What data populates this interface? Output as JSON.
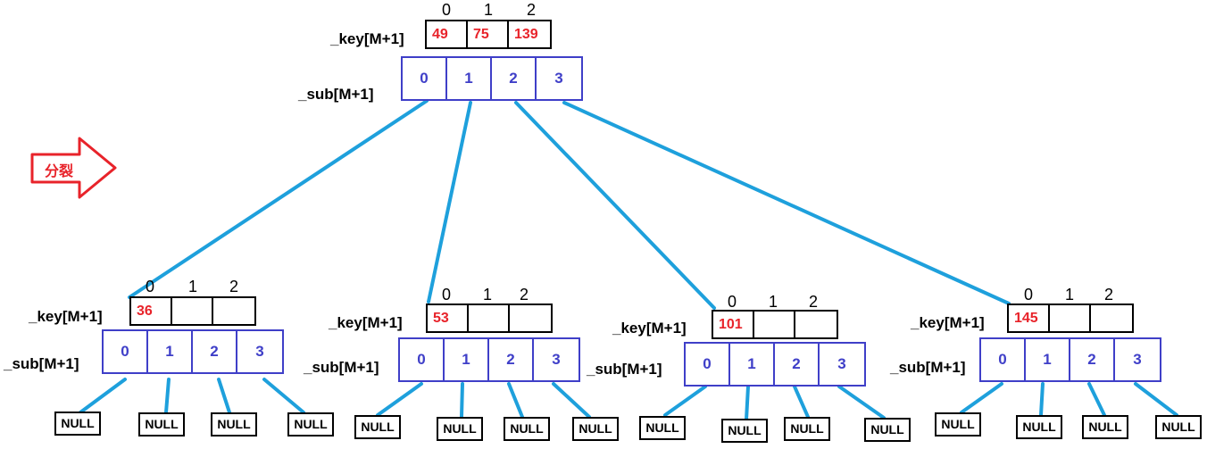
{
  "key_label": "_key[M+1]",
  "sub_label": "_sub[M+1]",
  "index_labels": [
    "0",
    "1",
    "2"
  ],
  "sub_indices": [
    "0",
    "1",
    "2",
    "3"
  ],
  "arrow_label": "分裂",
  "null_label": "NULL",
  "colors": {
    "key_text": "#e8232a",
    "sub_border": "#3f3fc8",
    "edge": "#1ea0dc",
    "arrow": "#e8232a"
  },
  "root": {
    "keys": [
      "49",
      "75",
      "139"
    ]
  },
  "children": [
    {
      "keys": [
        "36",
        "",
        ""
      ]
    },
    {
      "keys": [
        "53",
        "",
        ""
      ]
    },
    {
      "keys": [
        "101",
        "",
        ""
      ]
    },
    {
      "keys": [
        "145",
        "",
        ""
      ]
    }
  ]
}
